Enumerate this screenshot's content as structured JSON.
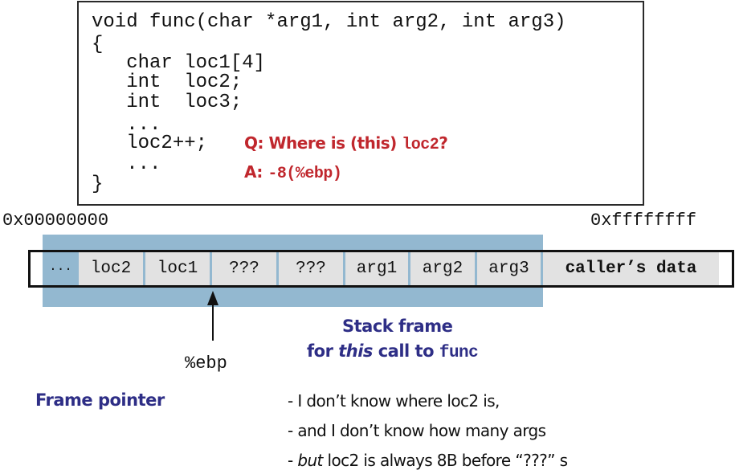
{
  "code": {
    "lines": [
      "void func(char *arg1, int arg2, int arg3)",
      "{",
      "   char loc1[4]",
      "   int  loc2;",
      "   int  loc3;",
      "   ...",
      "   loc2++;",
      "   ...",
      "}"
    ],
    "question_prefix": "Q: Where is (this) ",
    "question_code": "loc2",
    "question_suffix": "?",
    "answer_prefix": "A: ",
    "answer_code": "-8(%ebp)"
  },
  "memory": {
    "low_address": "0x00000000",
    "high_address": "0xffffffff",
    "cells": [
      "···",
      "loc2",
      "loc1",
      "???",
      "???",
      "arg1",
      "arg2",
      "arg3",
      "caller’s data"
    ],
    "frame_color": "#93b8d0",
    "cell_color": "#e2e2e2"
  },
  "pointer": {
    "register": "%ebp",
    "label": "Frame pointer"
  },
  "stack_frame_label": {
    "line1": "Stack frame",
    "line2_prefix": "for ",
    "line2_italic": "this",
    "line2_middle": " call to ",
    "line2_code": "func"
  },
  "notes": [
    {
      "prefix": "- ",
      "italic": "",
      "text": "I don’t know where loc2 is,"
    },
    {
      "prefix": "- ",
      "italic": "",
      "text": "and I don’t know how many args"
    },
    {
      "prefix": "- ",
      "italic": "but",
      "text": " loc2 is always 8B before “???” s"
    }
  ],
  "colors": {
    "qa_red": "#c0272d",
    "label_blue": "#2e2e86"
  }
}
